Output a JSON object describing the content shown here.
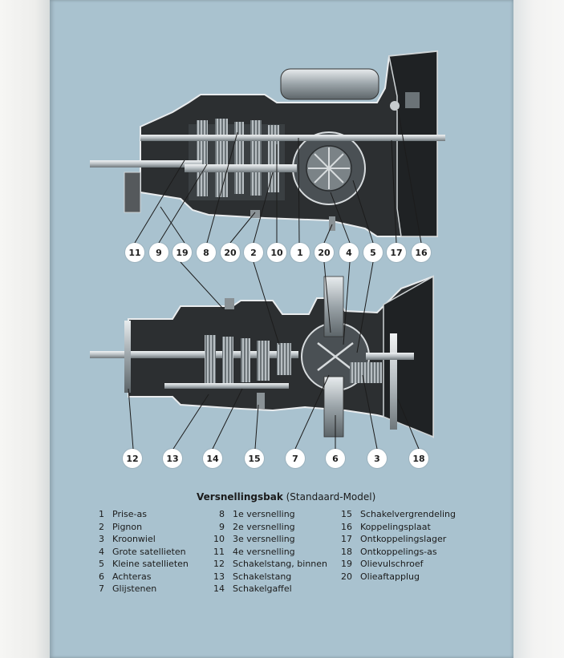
{
  "upper_callouts": [
    "11",
    "9",
    "19",
    "8",
    "20",
    "2",
    "10",
    "1",
    "20",
    "4",
    "5",
    "17",
    "16"
  ],
  "lower_callouts": [
    "12",
    "13",
    "14",
    "15",
    "7",
    "6",
    "3",
    "18"
  ],
  "caption": {
    "title": "Versnellingsbak",
    "subtitle": "(Standaard-Model)"
  },
  "legend": [
    {
      "num": "1",
      "label": "Prise-as"
    },
    {
      "num": "2",
      "label": "Pignon"
    },
    {
      "num": "3",
      "label": "Kroonwiel"
    },
    {
      "num": "4",
      "label": "Grote satellieten"
    },
    {
      "num": "5",
      "label": "Kleine satellieten"
    },
    {
      "num": "6",
      "label": "Achteras"
    },
    {
      "num": "7",
      "label": "Glijstenen"
    },
    {
      "num": "8",
      "label": "1e versnelling"
    },
    {
      "num": "9",
      "label": "2e versnelling"
    },
    {
      "num": "10",
      "label": "3e versnelling"
    },
    {
      "num": "11",
      "label": "4e versnelling"
    },
    {
      "num": "12",
      "label": "Schakelstang, binnen"
    },
    {
      "num": "13",
      "label": "Schakelstang"
    },
    {
      "num": "14",
      "label": "Schakelgaffel"
    },
    {
      "num": "15",
      "label": "Schakelvergrendeling"
    },
    {
      "num": "16",
      "label": "Koppelingsplaat"
    },
    {
      "num": "17",
      "label": "Ontkoppelingslager"
    },
    {
      "num": "18",
      "label": "Ontkoppelings-as"
    },
    {
      "num": "19",
      "label": "Olievulschroef"
    },
    {
      "num": "20",
      "label": "Olieaftapplug"
    }
  ]
}
